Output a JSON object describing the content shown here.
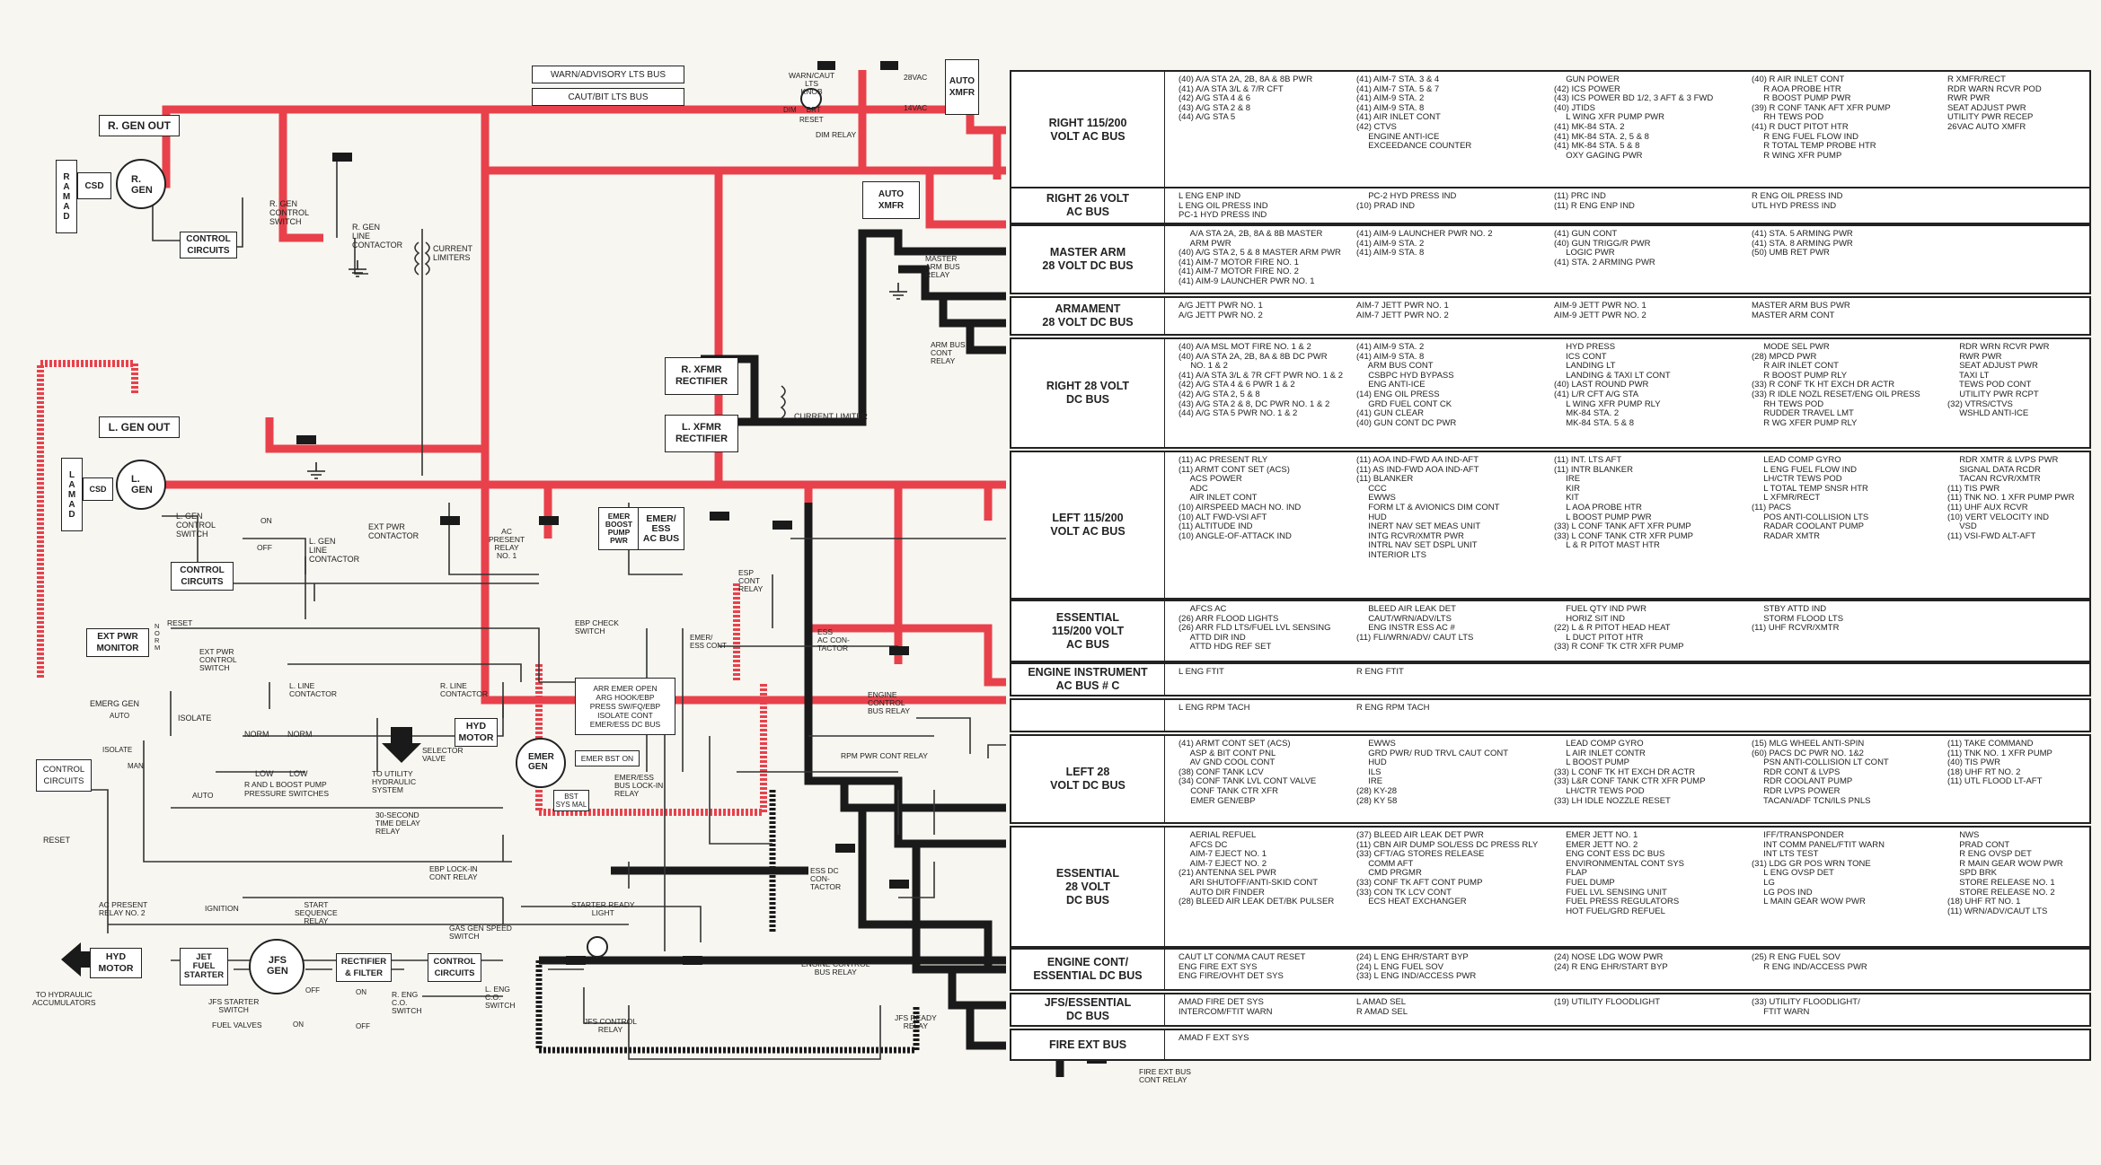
{
  "colors": {
    "red_bus": "#e8414b",
    "black_bus": "#1a1a1a",
    "wire": "#333333",
    "panel": "#ffffff"
  },
  "labels": {
    "r_gen_out": "R. GEN OUT",
    "l_gen_out": "L. GEN OUT",
    "r_amad": "R\nA\nM\nA\nD",
    "l_amad": "L\nA\nM\nA\nD",
    "csd": "CSD",
    "r_gen": "R.\nGEN",
    "l_gen": "L.\nGEN",
    "control_circuits": "CONTROL\nCIRCUITS",
    "control_circuits_left": "CONTROL\nCIRCUITS",
    "r_gen_control_switch": "R. GEN\nCONTROL\nSWITCH",
    "l_gen_control_switch": "L. GEN\nCONTROL\nSWITCH",
    "on": "ON",
    "off": "OFF",
    "r_gen_line_contactor": "R. GEN\nLINE\nCONTACTOR",
    "l_gen_line_contactor": "L. GEN\nLINE\nCONTACTOR",
    "current_limiters": "CURRENT\nLIMITERS",
    "current_limiter": "CURRENT LIMITER",
    "warn_advisory_lts_bus": "WARN/ADVISORY LTS BUS",
    "caut_bit_lts_bus": "CAUT/BIT LTS BUS",
    "warn_caut_lts_knob": "WARN/CAUT\nLTS\nKNOB",
    "dim_brt": "DIM     BRT",
    "reset": "RESET",
    "dim_relay": "DIM RELAY",
    "v28ac": "28VAC",
    "v14ac": "14VAC",
    "auto_xmfr": "AUTO\nXMFR",
    "master_arm_bus_relay": "MASTER\nARM BUS\nRELAY",
    "arm_bus_cont_relay": "ARM BUS\nCONT\nRELAY",
    "r_xfmr_rectifier": "R. XFMR\nRECTIFIER",
    "l_xfmr_rectifier": "L. XFMR\nRECTIFIER",
    "ext_pwr_contactor": "EXT PWR\nCONTACTOR",
    "ac_present_relay_1": "AC\nPRESENT\nRELAY\nNO. 1",
    "emer_boost_pump_pwr": "EMER\nBOOST\nPUMP\nPWR",
    "emer_ess_ac_bus": "EMER/\nESS\nAC BUS",
    "esp_cont_relay": "ESP\nCONT\nRELAY",
    "ebp_check_switch": "EBP CHECK\nSWITCH",
    "emer_ess_cont": "EMER/\nESS CONT",
    "ess_ac_contactor": "ESS\nAC CON-\nTACTOR",
    "ext_pwr_monitor": "EXT PWR\nMONITOR",
    "norm": "N\nO\nR\nM",
    "ext_pwr_control_switch": "EXT PWR\nCONTROL\nSWITCH",
    "l_line_contactor": "L. LINE\nCONTACTOR",
    "r_line_contactor": "R. LINE\nCONTACTOR",
    "arr_emer_box": "ARR EMER OPEN\nARG HOOK/EBP\nPRESS SW/FQ/EBP\nISOLATE CONT\nEMER/ESS DC BUS",
    "emerg_gen": "EMERG GEN",
    "auto": "AUTO",
    "isolate": "ISOLATE",
    "man": "MAN",
    "norm_word": "NORM",
    "low": "LOW",
    "boost_pump_switches": "R AND L BOOST PUMP\nPRESSURE SWITCHES",
    "hyd_motor": "HYD\nMOTOR",
    "selector_valve": "SELECTOR\nVALVE",
    "to_utility_hydraulic": "TO UTILITY\nHYDRAULIC\nSYSTEM",
    "time_delay_relay": "30-SECOND\nTIME DELAY\nRELAY",
    "emer_gen": "EMER\nGEN",
    "emer_bst_on": "EMER BST ON",
    "bst_sys_mal": "BST\nSYS MAL",
    "emer_ess_bus_lockin_relay": "EMER/ESS\nBUS LOCK-IN\nRELAY",
    "engine_control_bus_relay": "ENGINE\nCONTROL\nBUS RELAY",
    "rpm_pwr_cont_relay": "RPM PWR CONT RELAY",
    "ebp_lockin_cont_relay": "EBP LOCK-IN\nCONT RELAY",
    "ess_dc_contactor": "ESS DC\nCON-\nTACTOR",
    "ac_present_relay_2": "AC PRESENT\nRELAY NO. 2",
    "ignition": "IGNITION",
    "start_sequence_relay": "START\nSEQUENCE\nRELAY",
    "gas_gen_speed_switch": "GAS GEN SPEED\nSWITCH",
    "starter_ready_light": "STARTER READY\nLIGHT",
    "hyd_motor_2": "HYD\nMOTOR",
    "jet_fuel_starter": "JET\nFUEL\nSTARTER",
    "jfs_gen": "JFS\nGEN",
    "rectifier_filter": "RECTIFIER\n& FILTER",
    "control_circuits_bottom": "CONTROL\nCIRCUITS",
    "to_hydraulic_accumulators": "TO HYDRAULIC\nACCUMULATORS",
    "jfs_starter_switch": "JFS STARTER\nSWITCH",
    "fuel_valves": "FUEL VALVES",
    "r_eng_co_switch": "R. ENG\nC.O.\nSWITCH",
    "l_eng_co_switch": "L. ENG\nC.O.\nSWITCH",
    "jfs_control_relay": "JFS CONTROL\nRELAY",
    "engine_control_bus_relay_2": "ENGINE CONTROL\nBUS RELAY",
    "jfs_ready_relay": "JFS READY\nRELAY",
    "fire_ext_bus_cont_relay": "FIRE EXT BUS\nCONT RELAY",
    "control_circuits_mid": "CONTROL\nCIRCUITS",
    "reset_left": "RESET"
  },
  "buses": [
    {
      "name": "RIGHT 115/200\nVOLT AC BUS",
      "cols": [
        "(40) A/A STA 2A, 2B, 8A & 8B PWR\n(41) A/A STA 3/L & 7/R CFT\n(42) A/G STA 4 & 6\n(43) A/G STA 2 & 8\n(44) A/G STA 5",
        "(41) AIM-7 STA. 3 & 4\n(41) AIM-7 STA. 5 & 7\n(41) AIM-9 STA. 2\n(41) AIM-9 STA. 8\n(41) AIR INLET CONT\n(42) CTVS\n     ENGINE ANTI-ICE\n     EXCEEDANCE COUNTER",
        "     GUN POWER\n(42) ICS POWER\n(43) ICS POWER BD 1/2, 3 AFT & 3 FWD\n(40) JTIDS\n     L WING XFR PUMP PWR\n(41) MK-84 STA. 2\n(41) MK-84 STA. 2, 5 & 8\n(41) MK-84 STA. 5 & 8\n     OXY GAGING PWR",
        "(40) R AIR INLET CONT\n     R AOA PROBE HTR\n     R BOOST PUMP PWR\n(39) R CONF TANK AFT XFR PUMP\n     RH TEWS POD\n(41) R DUCT PITOT HTR\n     R ENG FUEL FLOW IND\n     R TOTAL TEMP PROBE HTR\n     R WING XFR PUMP",
        "R XMFR/RECT\nRDR WARN RCVR POD\nRWR PWR\nSEAT ADJUST PWR\nUTILITY PWR RECEP\n26VAC AUTO XMFR"
      ]
    },
    {
      "name": "RIGHT 26 VOLT\nAC BUS",
      "cols": [
        "L ENG ENP IND\nL ENG OIL PRESS IND\nPC-1 HYD PRESS IND",
        "     PC-2 HYD PRESS IND\n(10) PRAD IND",
        "(11) PRC IND\n(11) R ENG ENP IND",
        "R ENG OIL PRESS IND\nUTL HYD PRESS IND",
        ""
      ]
    },
    {
      "name": "MASTER ARM\n28 VOLT DC BUS",
      "cols": [
        "     A/A STA 2A, 2B, 8A & 8B MASTER\n     ARM PWR\n(40) A/G STA 2, 5 & 8 MASTER ARM PWR\n(41) AIM-7 MOTOR FIRE NO. 1\n(41) AIM-7 MOTOR FIRE NO. 2\n(41) AIM-9 LAUNCHER PWR NO. 1",
        "(41) AIM-9 LAUNCHER PWR NO. 2\n(41) AIM-9 STA. 2\n(41) AIM-9 STA. 8",
        "(41) GUN CONT\n(40) GUN TRIGG/R PWR\n     LOGIC PWR\n(41) STA. 2 ARMING PWR",
        "(41) STA. 5 ARMING PWR\n(41) STA. 8 ARMING PWR\n(50) UMB RET PWR",
        ""
      ]
    },
    {
      "name": "ARMAMENT\n28 VOLT DC BUS",
      "cols": [
        "A/G JETT PWR NO. 1\nA/G JETT PWR NO. 2",
        "AIM-7 JETT PWR NO. 1\nAIM-7 JETT PWR NO. 2",
        "AIM-9 JETT PWR NO. 1\nAIM-9 JETT PWR NO. 2",
        "MASTER ARM BUS PWR\nMASTER ARM CONT",
        ""
      ]
    },
    {
      "name": "RIGHT 28 VOLT\nDC BUS",
      "cols": [
        "(40) A/A MSL MOT FIRE NO. 1 & 2\n(40) A/A STA 2A, 2B, 8A & 8B DC PWR\n     NO. 1 & 2\n(41) A/A STA 3/L & 7R CFT PWR NO. 1 & 2\n(42) A/G STA 4 & 6 PWR 1 & 2\n(42) A/G STA 2, 5 & 8\n(43) A/G STA 2 & 8, DC PWR NO. 1 & 2\n(44) A/G STA 5 PWR NO. 1 & 2",
        "(41) AIM-9 STA. 2\n(41) AIM-9 STA. 8\n     ARM BUS CONT\n     CSBPC HYD BYPASS\n     ENG ANTI-ICE\n(14) ENG OIL PRESS\n     GRD FUEL CONT CK\n(41) GUN CLEAR\n(40) GUN CONT DC PWR",
        "     HYD PRESS\n     ICS CONT\n     LANDING LT\n     LANDING & TAXI LT CONT\n(40) LAST ROUND PWR\n(41) L/R CFT A/G STA\n     L WING XFR PUMP RLY\n     MK-84 STA. 2\n     MK-84 STA. 5 & 8",
        "     MODE SEL PWR\n(28) MPCD PWR\n     R AIR INLET CONT\n     R BOOST PUMP RLY\n(33) R CONF TK HT EXCH DR ACTR\n(33) R IDLE NOZL RESET/ENG OIL PRESS\n     RH TEWS POD\n     RUDDER TRAVEL LMT\n     R WG XFER PUMP RLY",
        "     RDR WRN RCVR PWR\n     RWR PWR\n     SEAT ADJUST PWR\n     TAXI LT\n     TEWS POD CONT\n     UTILITY PWR RCPT\n(32) VTRS/CTVS\n     WSHLD ANTI-ICE"
      ]
    },
    {
      "name": "LEFT 115/200\nVOLT AC BUS",
      "cols": [
        "(11) AC PRESENT RLY\n(11) ARMT CONT SET (ACS)\n     ACS POWER\n     ADC\n     AIR INLET CONT\n(10) AIRSPEED MACH NO. IND\n(10) ALT FWD-VSI AFT\n(11) ALTITUDE IND\n(10) ANGLE-OF-ATTACK IND",
        "(11) AOA IND-FWD AA IND-AFT\n(11) AS IND-FWD AOA IND-AFT\n(11) BLANKER\n     CCC\n     EWWS\n     FORM LT & AVIONICS DIM CONT\n     HUD\n     INERT NAV SET MEAS UNIT\n     INTG RCVR/XMTR PWR\n     INTRL NAV SET DSPL UNIT\n     INTERIOR LTS",
        "(11) INT. LTS AFT\n(11) INTR BLANKER\n     IRE\n     KIR\n     KIT\n     L AOA PROBE HTR\n     L BOOST PUMP PWR\n(33) L CONF TANK AFT XFR PUMP\n(33) L CONF TANK CTR XFR PUMP\n     L & R PITOT MAST HTR",
        "     LEAD COMP GYRO\n     L ENG FUEL FLOW IND\n     LH/CTR TEWS POD\n     L TOTAL TEMP SNSR HTR\n     L XFMR/RECT\n(11) PACS\n     POS ANTI-COLLISION LTS\n     RADAR COOLANT PUMP\n     RADAR XMTR",
        "     RDR XMTR & LVPS PWR\n     SIGNAL DATA RCDR\n     TACAN RCVR/XMTR\n(11) TIS PWR\n(11) TNK NO. 1 XFR PUMP PWR\n(11) UHF AUX RCVR\n(10) VERT VELOCITY IND\n     VSD\n(11) VSI-FWD ALT-AFT"
      ]
    },
    {
      "name": "ESSENTIAL\n115/200 VOLT\nAC BUS",
      "cols": [
        "     AFCS AC\n(26) ARR FLOOD LIGHTS\n(26) ARR FLD LTS/FUEL LVL SENSING\n     ATTD DIR IND\n     ATTD HDG REF SET",
        "     BLEED AIR LEAK DET\n     CAUT/WRN/ADV/LTS\n     ENG INSTR ESS AC #\n(11) FLI/WRN/ADV/ CAUT LTS",
        "     FUEL QTY IND PWR\n     HORIZ SIT IND\n(22) L & R PITOT HEAD HEAT\n     L DUCT PITOT HTR\n(33) R CONF TK CTR XFR PUMP",
        "     STBY ATTD IND\n     STORM FLOOD LTS\n(11) UHF RCVR/XMTR",
        ""
      ]
    },
    {
      "name": "ENGINE INSTRUMENT\nAC BUS # C",
      "cols": [
        "L ENG FTIT",
        "R ENG FTIT",
        "",
        "",
        ""
      ]
    },
    {
      "name": "",
      "cols": [
        "L ENG RPM TACH",
        "R ENG RPM TACH",
        "",
        "",
        ""
      ]
    },
    {
      "name": "LEFT 28\nVOLT DC BUS",
      "cols": [
        "(41) ARMT CONT SET (ACS)\n     ASP & BIT CONT PNL\n     AV GND COOL CONT\n(38) CONF TANK LCV\n(34) CONF TANK LVL CONT VALVE\n     CONF TANK CTR XFR\n     EMER GEN/EBP",
        "     EWWS\n     GRD PWR/ RUD TRVL CAUT CONT\n     HUD\n     ILS\n     IRE\n(28) KY-28\n(28) KY 58",
        "     LEAD COMP GYRO\n     L AIR INLET CONTR\n     L BOOST PUMP\n(33) L CONF TK HT EXCH DR ACTR\n(33) L&R CONF TANK CTR XFR PUMP\n     LH/CTR TEWS POD\n(33) LH IDLE NOZZLE RESET",
        "(15) MLG WHEEL ANTI-SPIN\n(60) PACS DC PWR NO. 1&2\n     PSN ANTI-COLLISION LT CONT\n     RDR CONT & LVPS\n     RDR COOLANT PUMP\n     RDR LVPS POWER\n     TACAN/ADF TCN/ILS PNLS",
        "(11) TAKE COMMAND\n(11) TNK NO. 1 XFR PUMP\n(40) TIS PWR\n(18) UHF RT NO. 2\n(11) UTL FLOOD LT-AFT"
      ]
    },
    {
      "name": "ESSENTIAL\n28 VOLT\nDC BUS",
      "cols": [
        "     AERIAL REFUEL\n     AFCS DC\n     AIM-7 EJECT NO. 1\n     AIM-7 EJECT NO. 2\n(21) ANTENNA SEL PWR\n     ARI SHUTOFF/ANTI-SKID CONT\n     AUTO DIR FINDER\n(28) BLEED AIR LEAK DET/BK PULSER",
        "(37) BLEED AIR LEAK DET PWR\n(11) CBN AIR DUMP SOL/ESS DC PRESS RLY\n(33) CFT/AG STORES RELEASE\n     COMM AFT\n     CMD PRGMR\n(33) CONF TK AFT CONT PUMP\n(33) CON TK LCV CONT\n     ECS HEAT EXCHANGER",
        "     EMER JETT NO. 1\n     EMER JETT NO. 2\n     ENG CONT ESS DC BUS\n     ENVIRONMENTAL CONT SYS\n     FLAP\n     FUEL DUMP\n     FUEL LVL SENSING UNIT\n     FUEL PRESS REGULATORS\n     HOT FUEL/GRD REFUEL",
        "     IFF/TRANSPONDER\n     INT COMM PANEL/FTIT WARN\n     INT LTS TEST\n(31) LDG GR POS WRN TONE\n     L ENG OVSP DET\n     LG\n     LG POS IND\n     L MAIN GEAR WOW PWR",
        "     NWS\n     PRAD CONT\n     R ENG OVSP DET\n     R MAIN GEAR WOW PWR\n     SPD BRK\n     STORE RELEASE NO. 1\n     STORE RELEASE NO. 2\n(18) UHF RT NO. 1\n(11) WRN/ADV/CAUT LTS"
      ]
    },
    {
      "name": "ENGINE CONT/\nESSENTIAL DC BUS",
      "cols": [
        "CAUT LT CON/MA CAUT RESET\nENG FIRE EXT SYS\nENG FIRE/OVHT DET SYS",
        "(24) L ENG EHR/START BYP\n(24) L ENG FUEL SOV\n(33) L ENG IND/ACCESS PWR",
        "(24) NOSE LDG WOW PWR\n(24) R ENG EHR/START BYP",
        "(25) R ENG FUEL SOV\n     R ENG IND/ACCESS PWR",
        ""
      ]
    },
    {
      "name": "JFS/ESSENTIAL\nDC BUS",
      "cols": [
        "AMAD FIRE DET SYS\nINTERCOM/FTIT WARN",
        "L AMAD SEL\nR AMAD SEL",
        "(19) UTILITY FLOODLIGHT",
        "(33) UTILITY FLOODLIGHT/\n     FTIT WARN",
        ""
      ]
    },
    {
      "name": "FIRE EXT BUS",
      "cols": [
        "AMAD F EXT SYS",
        "",
        "",
        "",
        ""
      ]
    }
  ]
}
